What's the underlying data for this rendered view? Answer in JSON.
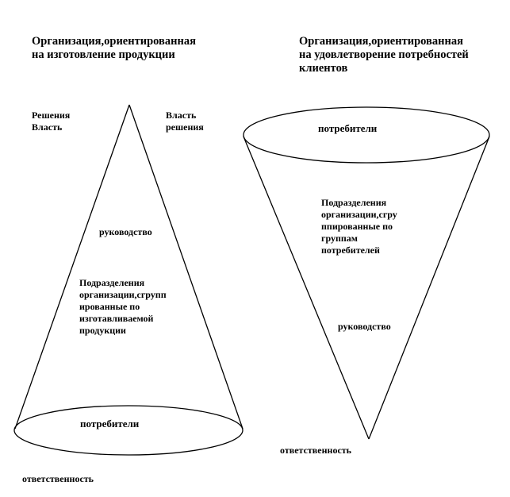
{
  "left": {
    "title": "Организация,ориентированная\nна изготовление продукции",
    "label_left": "Решения\nВласть",
    "label_right": "Власть\nрешения",
    "management": "руководство",
    "divisions": "Подразделения\nорганизации,сгрупп\nированные по\nизготавливаемой\nпродукции",
    "consumers": "потребители",
    "responsibility": "ответственность"
  },
  "right": {
    "title": "Организация,ориентированная\nна удовлетворение потребностей\nклиентов",
    "consumers": "потребители",
    "divisions": "Подразделения\nорганизации,сгру\nппированные по\nгруппам\nпотребителей",
    "management": "руководство",
    "responsibility": "ответственность"
  }
}
